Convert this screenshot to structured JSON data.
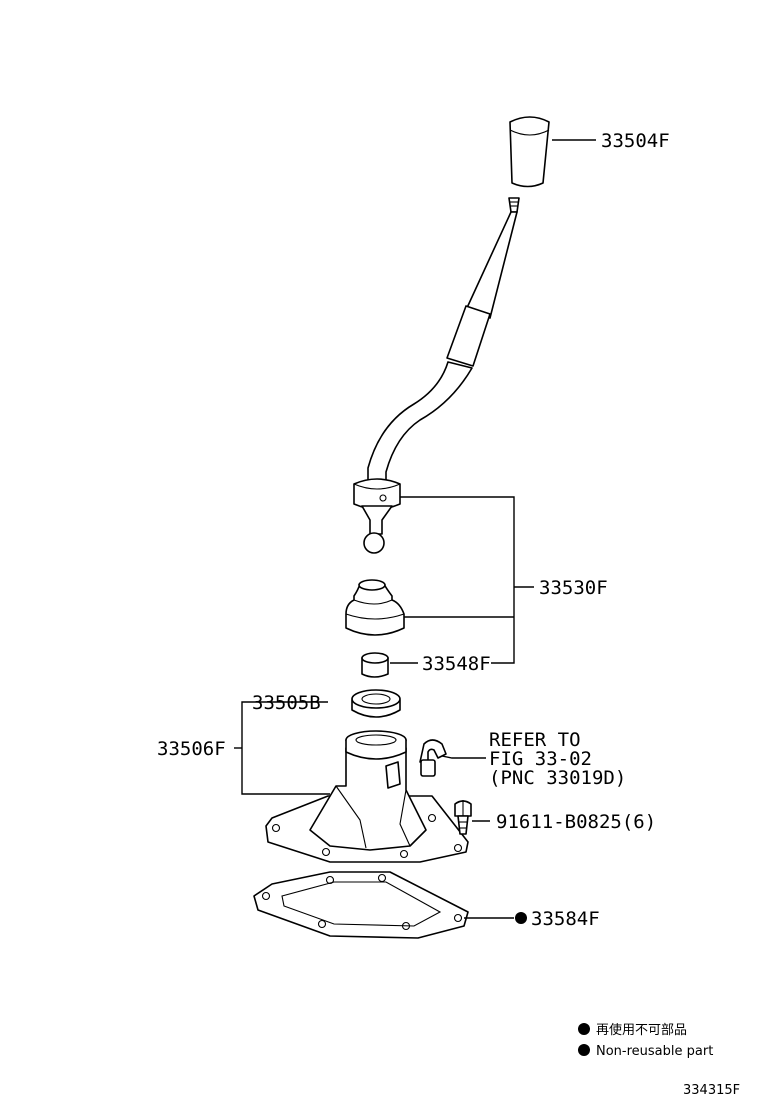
{
  "callouts": {
    "knob": "33504F",
    "lever": "33530F",
    "bushing": "33548F",
    "seat": "33505B",
    "retainer": "33506F",
    "refer_line1": "REFER TO",
    "refer_line2": "FIG 33-02",
    "refer_line3": "(PNC 33019D)",
    "bolt": "91611-B0825(6)",
    "gasket": "33584F"
  },
  "legend": {
    "jp": "再使用不可部品",
    "en": "Non-reusable part"
  },
  "figure_id": "334315F"
}
